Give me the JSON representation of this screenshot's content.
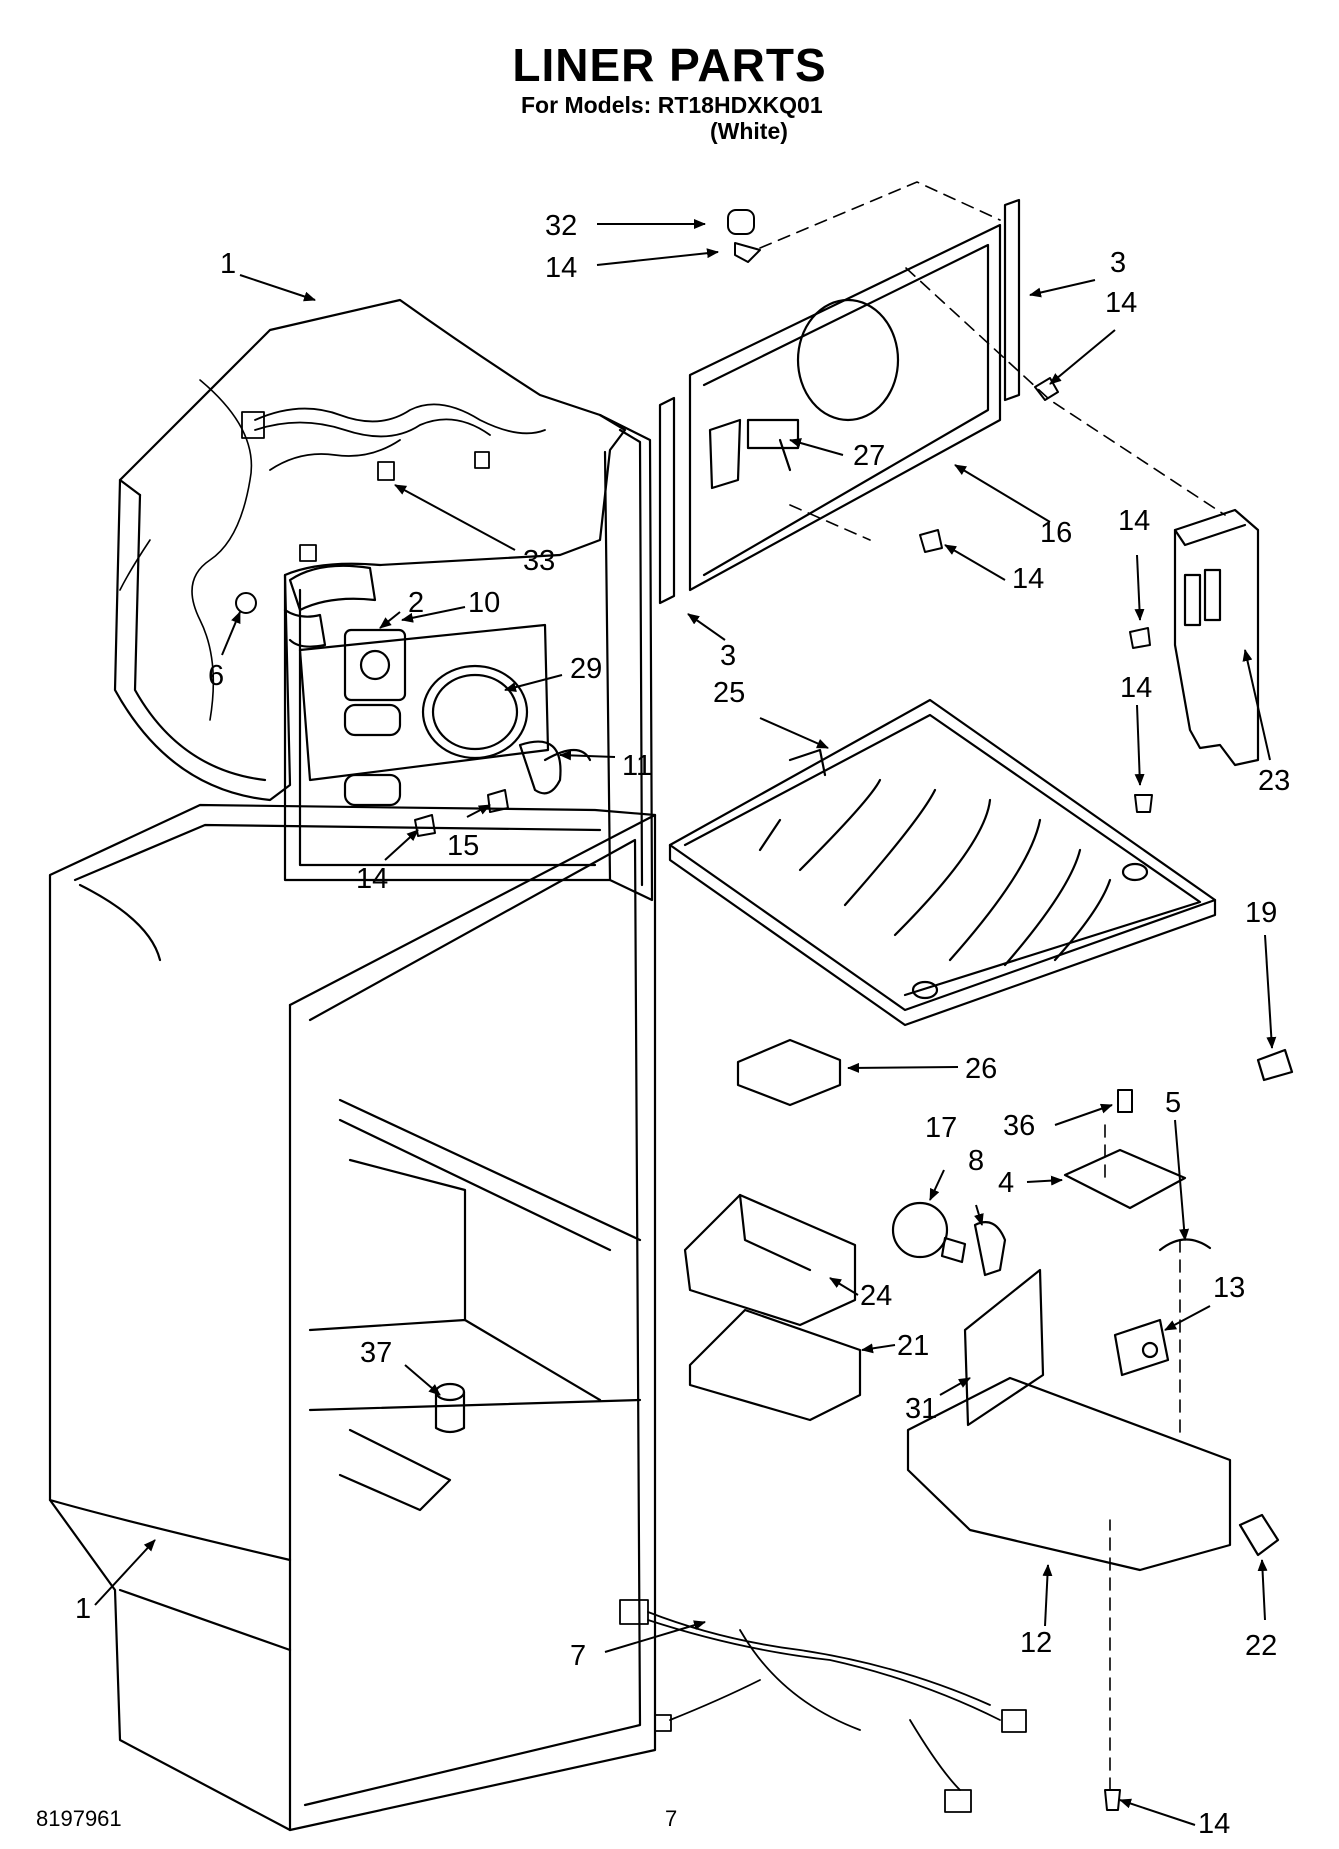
{
  "header": {
    "title": "LINER PARTS",
    "models_line": "For Models: RT18HDXKQ01",
    "color_line": "(White)"
  },
  "footer": {
    "document_number": "8197961",
    "page_number": "7"
  },
  "callouts": [
    {
      "id": "c32a",
      "label": "32"
    },
    {
      "id": "c14a",
      "label": "14"
    },
    {
      "id": "c1a",
      "label": "1"
    },
    {
      "id": "c3a",
      "label": "3"
    },
    {
      "id": "c14b",
      "label": "14"
    },
    {
      "id": "c27",
      "label": "27"
    },
    {
      "id": "c33",
      "label": "33"
    },
    {
      "id": "c16",
      "label": "16"
    },
    {
      "id": "c14c",
      "label": "14"
    },
    {
      "id": "c14d",
      "label": "14"
    },
    {
      "id": "c2",
      "label": "2"
    },
    {
      "id": "c10",
      "label": "10"
    },
    {
      "id": "c6",
      "label": "6"
    },
    {
      "id": "c29",
      "label": "29"
    },
    {
      "id": "c3b",
      "label": "3"
    },
    {
      "id": "c25",
      "label": "25"
    },
    {
      "id": "c14e",
      "label": "14"
    },
    {
      "id": "c23",
      "label": "23"
    },
    {
      "id": "c11",
      "label": "11"
    },
    {
      "id": "c15",
      "label": "15"
    },
    {
      "id": "c14f",
      "label": "14"
    },
    {
      "id": "c19",
      "label": "19"
    },
    {
      "id": "c26",
      "label": "26"
    },
    {
      "id": "c36",
      "label": "36"
    },
    {
      "id": "c5",
      "label": "5"
    },
    {
      "id": "c17",
      "label": "17"
    },
    {
      "id": "c8",
      "label": "8"
    },
    {
      "id": "c4",
      "label": "4"
    },
    {
      "id": "c24",
      "label": "24"
    },
    {
      "id": "c13",
      "label": "13"
    },
    {
      "id": "c21",
      "label": "21"
    },
    {
      "id": "c31",
      "label": "31"
    },
    {
      "id": "c37",
      "label": "37"
    },
    {
      "id": "c1b",
      "label": "1"
    },
    {
      "id": "c12",
      "label": "12"
    },
    {
      "id": "c22",
      "label": "22"
    },
    {
      "id": "c7",
      "label": "7"
    },
    {
      "id": "c14g",
      "label": "14"
    }
  ]
}
